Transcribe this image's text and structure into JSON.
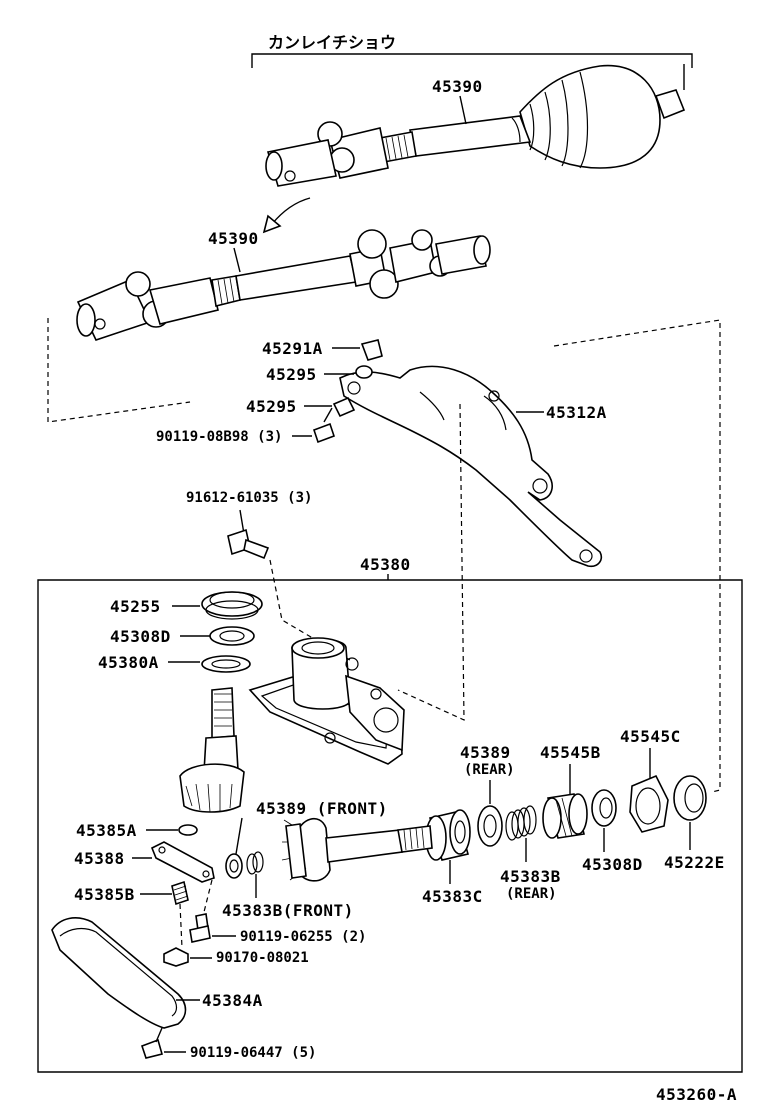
{
  "header": {
    "title": "カンレイチショウ"
  },
  "footer": {
    "code": "453260-A"
  },
  "labels": {
    "shaft_upper": "45390",
    "shaft_lower": "45390",
    "p45291A": "45291A",
    "p45295a": "45295",
    "p45295b": "45295",
    "bolt1": "90119-08B98 (3)",
    "arm": "45312A",
    "bolt2": "91612-61035 (3)",
    "assy": "45380",
    "p45255": "45255",
    "p45308D_top": "45308D",
    "p45380A": "45380A",
    "p45389_rear": "45389",
    "rear1": "(REAR)",
    "p45545B": "45545B",
    "p45545C": "45545C",
    "p45389_front": "45389 (FRONT)",
    "p45385A": "45385A",
    "p45388": "45388",
    "p45385B": "45385B",
    "p45383B_front": "45383B(FRONT)",
    "p45383C": "45383C",
    "p45383B_rear": "45383B",
    "rear2": "(REAR)",
    "p45308D_bot": "45308D",
    "p45222E": "45222E",
    "bolt3": "90119-06255 (2)",
    "nut": "90170-08021",
    "p45384A": "45384A",
    "bolt4": "90119-06447 (5)"
  }
}
